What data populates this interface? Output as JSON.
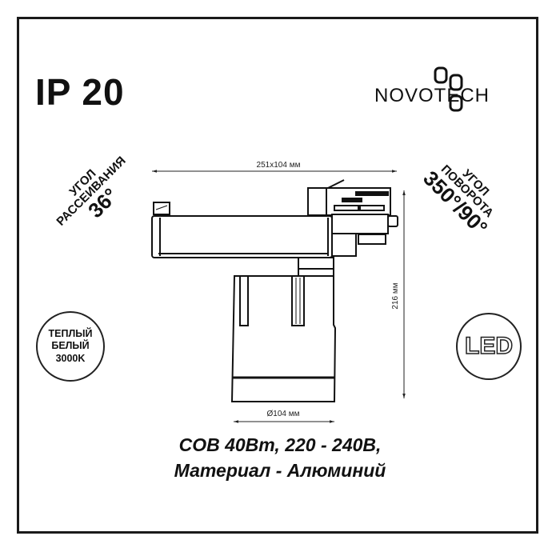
{
  "ip_rating": "IP 20",
  "brand": "NOVOTECH",
  "beam_angle": {
    "label_line1": "УГОЛ",
    "label_line2": "РАССЕИВАНИЯ",
    "value": "36°"
  },
  "rotation_angle": {
    "label_line1": "УГОЛ",
    "label_line2": "ПОВОРОТА",
    "value": "350°/90°"
  },
  "dimensions": {
    "width": "251x104 мм",
    "height": "216 мм",
    "diameter": "Ø104 мм"
  },
  "color_temp": {
    "line1": "ТЕПЛЫЙ",
    "line2": "БЕЛЫЙ",
    "line3": "3000K"
  },
  "led_badge": "LED",
  "spec": {
    "line1": "COB 40Вт, 220 - 240В,",
    "line2": "Материал - Алюминий"
  }
}
